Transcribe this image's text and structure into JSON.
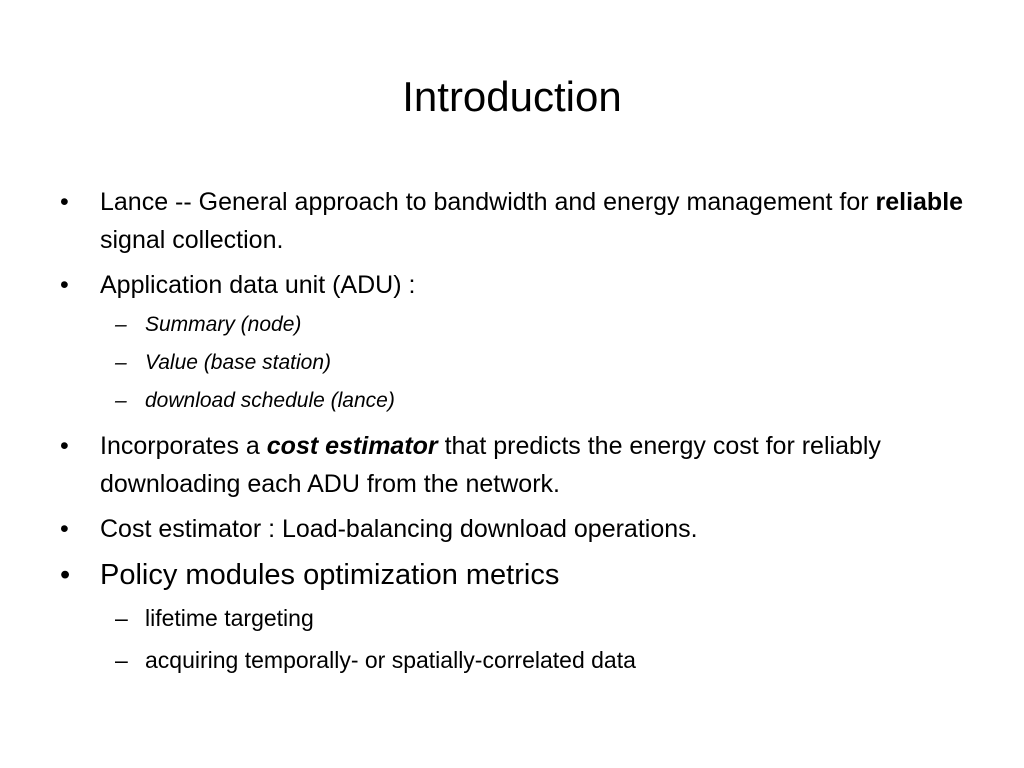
{
  "slide": {
    "title": "Introduction",
    "bullet_glyph": "•",
    "dash_glyph": "–",
    "b1": {
      "text_before": "Lance -- General approach to bandwidth and energy management for ",
      "emphasis": "reliable",
      "text_after": " signal collection."
    },
    "b2": {
      "text": "Application data unit (ADU) :",
      "subs": [
        "Summary (node)",
        "Value (base station)",
        "download schedule (lance)"
      ]
    },
    "b3": {
      "text_before": "Incorporates a ",
      "emphasis": "cost estimator",
      "text_after": " that predicts the energy cost for reliably downloading each ADU from the network."
    },
    "b4": {
      "text": "Cost estimator : Load-balancing download operations."
    },
    "b5": {
      "text": "Policy modules optimization metrics",
      "subs": [
        "lifetime targeting",
        "acquiring temporally- or spatially-correlated data"
      ]
    }
  }
}
